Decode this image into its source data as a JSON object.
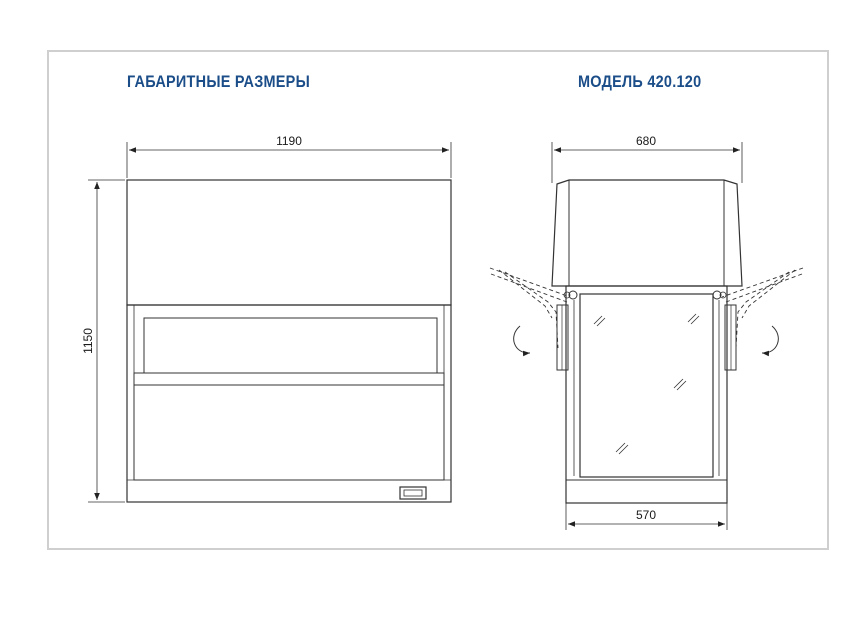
{
  "titles": {
    "left": "ГАБАРИТНЫЕ  РАЗМЕРЫ",
    "right": "МОДЕЛЬ 420.120"
  },
  "dimensions": {
    "front_width": "1190",
    "front_height": "1150",
    "side_top_depth": "680",
    "side_bottom_depth": "570"
  },
  "colors": {
    "title": "#1b4d89",
    "frame": "#cfcfcf",
    "line": "#333333"
  }
}
